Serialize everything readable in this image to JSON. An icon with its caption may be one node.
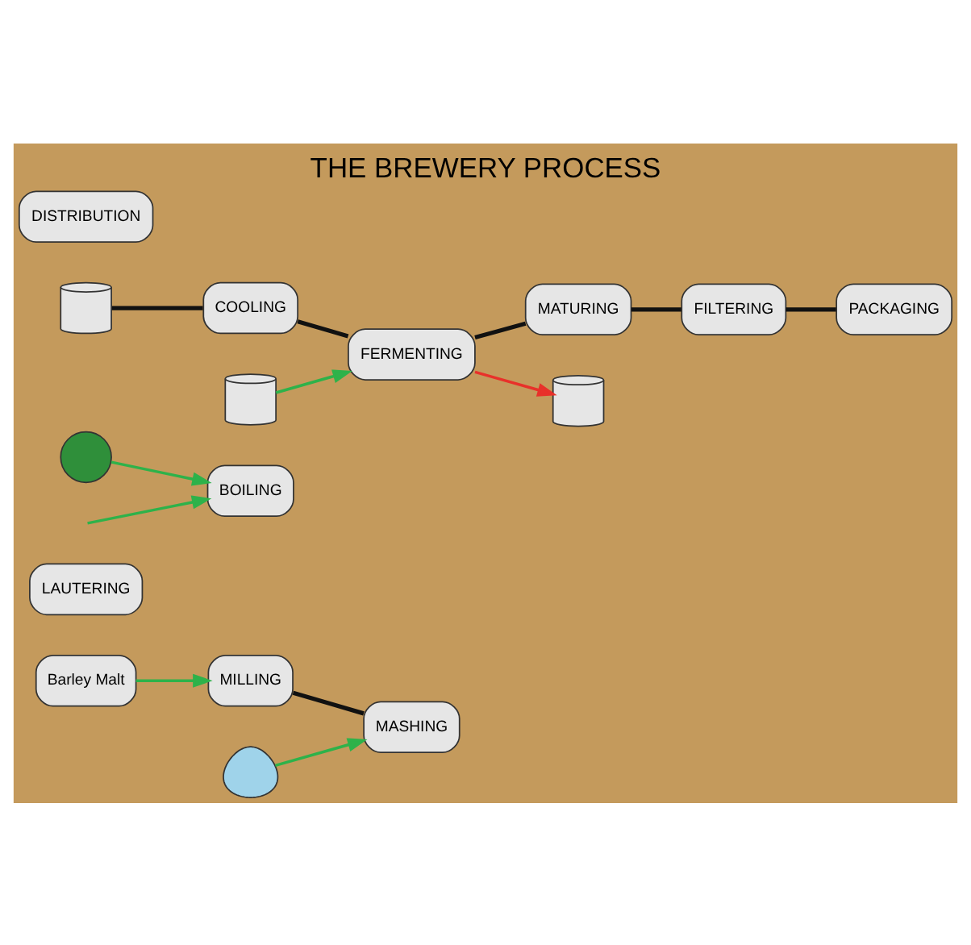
{
  "diagram": {
    "title": "THE BREWERY PROCESS",
    "nodes": [
      {
        "text": [
          "Barley Malt"
        ]
      },
      {
        "text": [
          "MILLING"
        ]
      },
      {
        "text": [
          "MASHING"
        ]
      },
      {
        "text": [
          "LAUTERING"
        ]
      },
      {
        "text": [
          "BOILING"
        ]
      },
      {
        "text": [],
        "shape": "cylinder"
      },
      {
        "text": [
          "COOLING"
        ]
      },
      {
        "text": [
          "FERMENTING"
        ]
      },
      {
        "text": [
          "MATURING"
        ]
      },
      {
        "text": [
          "FILTERING"
        ]
      },
      {
        "text": [
          "PACKAGING"
        ]
      },
      {
        "text": [
          "DISTRIBUTION"
        ]
      },
      {
        "text": [],
        "shape": "drop"
      },
      {
        "text": [],
        "shape": "leaf"
      },
      {
        "text": [],
        "shape": "cylinder"
      },
      {
        "text": [],
        "shape": "cylinder"
      }
    ],
    "edges": [
      {
        "from": 0,
        "to": 1,
        "arrow": "to",
        "color": "#2eb24a"
      },
      {
        "from": 1,
        "to": 2,
        "arrow": "none"
      },
      {
        "from": 12,
        "to": 2,
        "arrow": "to",
        "color": "#2eb24a"
      },
      {
        "from": 13,
        "to": 4,
        "arrow": "to",
        "color": "#2eb24a"
      },
      {
        "from": null,
        "to": 4,
        "arrow": "to",
        "color": "#2eb24a"
      },
      {
        "from": 5,
        "to": 6,
        "arrow": "none"
      },
      {
        "from": 6,
        "to": 7,
        "arrow": "none"
      },
      {
        "from": 14,
        "to": 7,
        "arrow": "to",
        "color": "#2eb24a"
      },
      {
        "from": 7,
        "to": 15,
        "arrow": "to",
        "color": "#e8312a"
      },
      {
        "from": 7,
        "to": 8,
        "arrow": "none"
      },
      {
        "from": 8,
        "to": 9,
        "arrow": "none"
      },
      {
        "from": 9,
        "to": 10,
        "arrow": "none"
      }
    ]
  }
}
